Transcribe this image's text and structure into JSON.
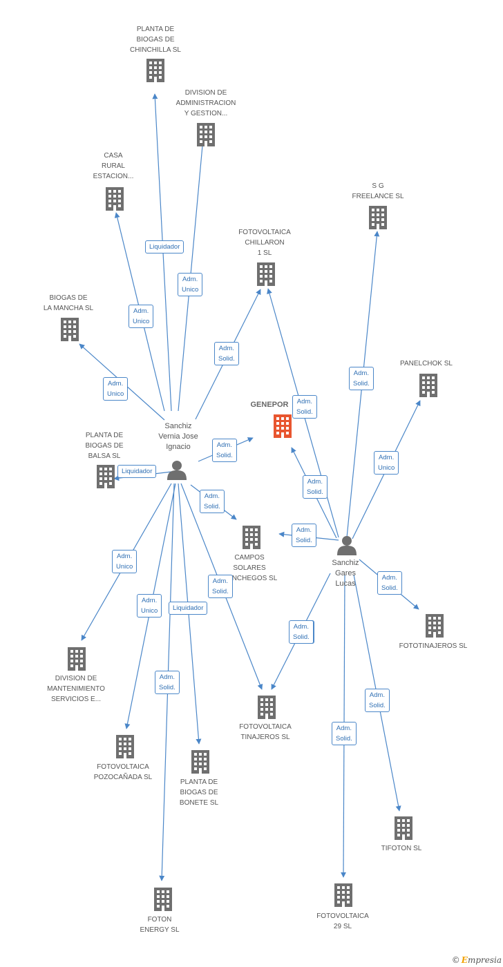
{
  "colors": {
    "edge": "#4a86c8",
    "company": "#6f6f6f",
    "center": "#e8552f",
    "person": "#6f6f6f",
    "badge_text": "#2f6fb3"
  },
  "center": {
    "name": "GENEPOR"
  },
  "people": [
    {
      "id": "p1",
      "lines": [
        "Sanchiz",
        "Vernia Jose",
        "Ignacio"
      ]
    },
    {
      "id": "p2",
      "lines": [
        "Sanchiz",
        "Gares",
        "Lucas"
      ]
    }
  ],
  "companies": [
    {
      "id": "c_chinchilla",
      "lines": [
        "PLANTA DE",
        "BIOGAS DE",
        "CHINCHILLA  SL"
      ]
    },
    {
      "id": "c_division_admin",
      "lines": [
        "DIVISION DE",
        "ADMINISTRACION",
        "Y GESTION..."
      ]
    },
    {
      "id": "c_casa_rural",
      "lines": [
        "CASA",
        "RURAL",
        "ESTACION..."
      ]
    },
    {
      "id": "c_sg_freelance",
      "lines": [
        "S G",
        "FREELANCE SL"
      ]
    },
    {
      "id": "c_chillaron",
      "lines": [
        "FOTOVOLTAICA",
        "CHILLARON",
        "1 SL"
      ]
    },
    {
      "id": "c_biogas_mancha",
      "lines": [
        "BIOGAS DE",
        "LA MANCHA SL"
      ]
    },
    {
      "id": "c_panelchok",
      "lines": [
        "PANELCHOK SL"
      ]
    },
    {
      "id": "c_balsa",
      "lines": [
        "PLANTA DE",
        "BIOGAS DE",
        "BALSA  SL"
      ]
    },
    {
      "id": "c_campos",
      "lines": [
        "CAMPOS",
        "SOLARES",
        "MANCHEGOS SL"
      ]
    },
    {
      "id": "c_fototinajeros",
      "lines": [
        "FOTOTINAJEROS SL"
      ]
    },
    {
      "id": "c_division_mant",
      "lines": [
        "DIVISION DE",
        "MANTENIMIENTO",
        "SERVICIOS E..."
      ]
    },
    {
      "id": "c_tinajeros",
      "lines": [
        "FOTOVOLTAICA",
        "TINAJEROS SL"
      ]
    },
    {
      "id": "c_pozocanada",
      "lines": [
        "FOTOVOLTAICA",
        "POZOCAÑADA SL"
      ]
    },
    {
      "id": "c_bonete",
      "lines": [
        "PLANTA DE",
        "BIOGAS DE",
        "BONETE SL"
      ]
    },
    {
      "id": "c_tifoton",
      "lines": [
        "TIFOTON SL"
      ]
    },
    {
      "id": "c_foton",
      "lines": [
        "FOTON",
        "ENERGY SL"
      ]
    },
    {
      "id": "c_29",
      "lines": [
        "FOTOVOLTAICA",
        "29 SL"
      ]
    }
  ],
  "badges": [
    {
      "id": "b1",
      "lines": [
        "Liquidador"
      ]
    },
    {
      "id": "b2",
      "lines": [
        "Adm.",
        "Unico"
      ]
    },
    {
      "id": "b3",
      "lines": [
        "Adm.",
        "Unico"
      ]
    },
    {
      "id": "b4",
      "lines": [
        "Adm.",
        "Solid."
      ]
    },
    {
      "id": "b5",
      "lines": [
        "Adm.",
        "Unico"
      ]
    },
    {
      "id": "b6",
      "lines": [
        "Adm.",
        "Solid."
      ]
    },
    {
      "id": "b7",
      "lines": [
        "Adm.",
        "Solid."
      ]
    },
    {
      "id": "b8",
      "lines": [
        "Adm.",
        "Solid."
      ]
    },
    {
      "id": "b9",
      "lines": [
        "Adm.",
        "Unico"
      ]
    },
    {
      "id": "b10",
      "lines": [
        "Liquidador"
      ]
    },
    {
      "id": "b11",
      "lines": [
        "Adm.",
        "Solid."
      ]
    },
    {
      "id": "b12",
      "lines": [
        "Adm.",
        "Solid."
      ]
    },
    {
      "id": "b13",
      "lines": [
        "Adm.",
        "Solid."
      ]
    },
    {
      "id": "b14",
      "lines": [
        "Adm.",
        "Unico"
      ]
    },
    {
      "id": "b15",
      "lines": [
        "Adm.",
        "Solid."
      ]
    },
    {
      "id": "b16",
      "lines": [
        "Adm.",
        "Unico"
      ]
    },
    {
      "id": "b17",
      "lines": [
        "Liquidador"
      ]
    },
    {
      "id": "b18",
      "lines": [
        "Adm.",
        "Solid."
      ]
    },
    {
      "id": "b19",
      "lines": [
        "Adm.",
        "Solid."
      ]
    },
    {
      "id": "b20",
      "lines": [
        "Adm.",
        "Solid."
      ]
    },
    {
      "id": "b21",
      "lines": [
        "Adm.",
        "Solid."
      ]
    },
    {
      "id": "b22",
      "lines": [
        "Adm.",
        "Solid."
      ]
    },
    {
      "id": "b23",
      "lines": [
        "Adm.",
        "Solid."
      ]
    }
  ],
  "footer": {
    "copyright": "©",
    "brand_first": "E",
    "brand_rest": "mpresia"
  }
}
